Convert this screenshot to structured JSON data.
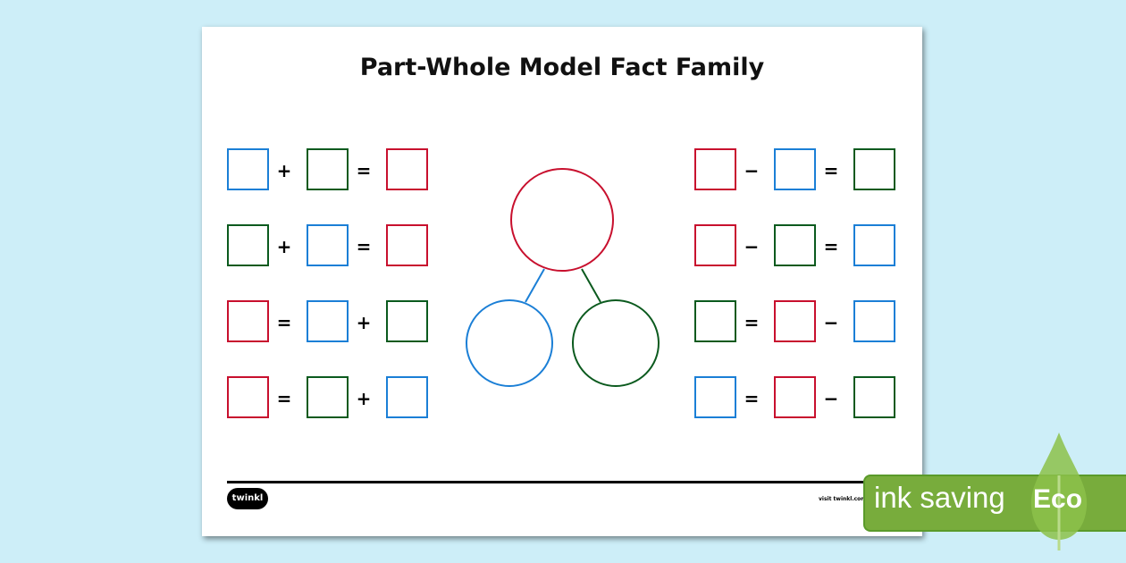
{
  "title": "Part-Whole Model Fact Family",
  "colors": {
    "blue": "#1b7fd6",
    "green": "#0b5a1e",
    "red": "#c8102e",
    "eco_green": "#78ac3c",
    "leaf": "#8cc14a"
  },
  "left_equations": [
    {
      "cells": [
        "blue",
        "+",
        "green",
        "=",
        "red"
      ]
    },
    {
      "cells": [
        "green",
        "+",
        "blue",
        "=",
        "red"
      ]
    },
    {
      "cells": [
        "red",
        "=",
        "blue",
        "+",
        "green"
      ]
    },
    {
      "cells": [
        "red",
        "=",
        "green",
        "+",
        "blue"
      ]
    }
  ],
  "right_equations": [
    {
      "cells": [
        "red",
        "−",
        "blue",
        "=",
        "green"
      ]
    },
    {
      "cells": [
        "red",
        "−",
        "green",
        "=",
        "blue"
      ]
    },
    {
      "cells": [
        "green",
        "=",
        "red",
        "−",
        "blue"
      ]
    },
    {
      "cells": [
        "blue",
        "=",
        "red",
        "−",
        "green"
      ]
    }
  ],
  "footer": {
    "logo": "twinkl",
    "visit": "visit twinkl.com"
  },
  "badge": {
    "text": "ink saving",
    "eco": "Eco"
  }
}
